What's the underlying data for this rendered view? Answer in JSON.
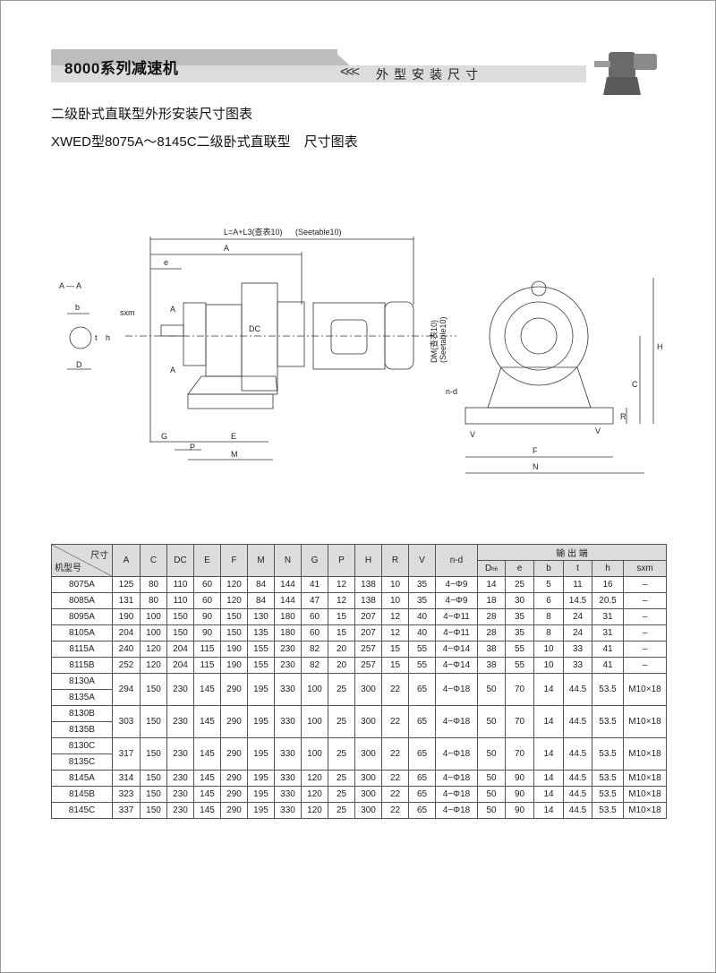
{
  "header": {
    "series_title": "8000系列减速机",
    "chevrons": "<<<",
    "section_title": "外型安装尺寸"
  },
  "headings": {
    "title1": "二级卧式直联型外形安装尺寸图表",
    "title2": "XWED型8075A～8145C二级卧式直联型　尺寸图表"
  },
  "drawing": {
    "L_label": "L=A+L3(查表10)",
    "L_label_en": "(Seetable10)",
    "A": "A",
    "e": "e",
    "section": "A — A",
    "b": "b",
    "sxm": "sxm",
    "h": "h",
    "t": "t",
    "D": "D",
    "DC": "DC",
    "DM": "DM(查表10)",
    "DM_en": "(Seetable10)",
    "G": "G",
    "P": "P",
    "E": "E",
    "M": "M",
    "nd": "n-d",
    "V": "V",
    "F": "F",
    "N": "N",
    "H": "H",
    "C": "C",
    "R": "R",
    "sec_A": "A"
  },
  "table": {
    "corner_top": "尺寸",
    "corner_bottom": "机型号",
    "columns": [
      "A",
      "C",
      "DC",
      "E",
      "F",
      "M",
      "N",
      "G",
      "P",
      "H",
      "R",
      "V",
      "n-d"
    ],
    "output_group": "输 出 端",
    "output_columns": {
      "D": "D",
      "D_sub": "h6",
      "e": "e",
      "b": "b",
      "t": "t",
      "h": "h",
      "sxm": "sxm"
    },
    "rows": [
      {
        "models": [
          "8075A"
        ],
        "values": [
          "125",
          "80",
          "110",
          "60",
          "120",
          "84",
          "144",
          "41",
          "12",
          "138",
          "10",
          "35",
          "4−Φ9",
          "14",
          "25",
          "5",
          "11",
          "16",
          "–"
        ]
      },
      {
        "models": [
          "8085A"
        ],
        "values": [
          "131",
          "80",
          "110",
          "60",
          "120",
          "84",
          "144",
          "47",
          "12",
          "138",
          "10",
          "35",
          "4−Φ9",
          "18",
          "30",
          "6",
          "14.5",
          "20.5",
          "–"
        ]
      },
      {
        "models": [
          "8095A"
        ],
        "values": [
          "190",
          "100",
          "150",
          "90",
          "150",
          "130",
          "180",
          "60",
          "15",
          "207",
          "12",
          "40",
          "4−Φ11",
          "28",
          "35",
          "8",
          "24",
          "31",
          "–"
        ]
      },
      {
        "models": [
          "8105A"
        ],
        "values": [
          "204",
          "100",
          "150",
          "90",
          "150",
          "135",
          "180",
          "60",
          "15",
          "207",
          "12",
          "40",
          "4−Φ11",
          "28",
          "35",
          "8",
          "24",
          "31",
          "–"
        ]
      },
      {
        "models": [
          "8115A"
        ],
        "values": [
          "240",
          "120",
          "204",
          "115",
          "190",
          "155",
          "230",
          "82",
          "20",
          "257",
          "15",
          "55",
          "4−Φ14",
          "38",
          "55",
          "10",
          "33",
          "41",
          "–"
        ]
      },
      {
        "models": [
          "8115B"
        ],
        "values": [
          "252",
          "120",
          "204",
          "115",
          "190",
          "155",
          "230",
          "82",
          "20",
          "257",
          "15",
          "55",
          "4−Φ14",
          "38",
          "55",
          "10",
          "33",
          "41",
          "–"
        ]
      },
      {
        "models": [
          "8130A",
          "8135A"
        ],
        "values": [
          "294",
          "150",
          "230",
          "145",
          "290",
          "195",
          "330",
          "100",
          "25",
          "300",
          "22",
          "65",
          "4−Φ18",
          "50",
          "70",
          "14",
          "44.5",
          "53.5",
          "M10×18"
        ]
      },
      {
        "models": [
          "8130B",
          "8135B"
        ],
        "values": [
          "303",
          "150",
          "230",
          "145",
          "290",
          "195",
          "330",
          "100",
          "25",
          "300",
          "22",
          "65",
          "4−Φ18",
          "50",
          "70",
          "14",
          "44.5",
          "53.5",
          "M10×18"
        ]
      },
      {
        "models": [
          "8130C",
          "8135C"
        ],
        "values": [
          "317",
          "150",
          "230",
          "145",
          "290",
          "195",
          "330",
          "100",
          "25",
          "300",
          "22",
          "65",
          "4−Φ18",
          "50",
          "70",
          "14",
          "44.5",
          "53.5",
          "M10×18"
        ]
      },
      {
        "models": [
          "8145A"
        ],
        "values": [
          "314",
          "150",
          "230",
          "145",
          "290",
          "195",
          "330",
          "120",
          "25",
          "300",
          "22",
          "65",
          "4−Φ18",
          "50",
          "90",
          "14",
          "44.5",
          "53.5",
          "M10×18"
        ]
      },
      {
        "models": [
          "8145B"
        ],
        "values": [
          "323",
          "150",
          "230",
          "145",
          "290",
          "195",
          "330",
          "120",
          "25",
          "300",
          "22",
          "65",
          "4−Φ18",
          "50",
          "90",
          "14",
          "44.5",
          "53.5",
          "M10×18"
        ]
      },
      {
        "models": [
          "8145C"
        ],
        "values": [
          "337",
          "150",
          "230",
          "145",
          "290",
          "195",
          "330",
          "120",
          "25",
          "300",
          "22",
          "65",
          "4−Φ18",
          "50",
          "90",
          "14",
          "44.5",
          "53.5",
          "M10×18"
        ]
      }
    ]
  }
}
